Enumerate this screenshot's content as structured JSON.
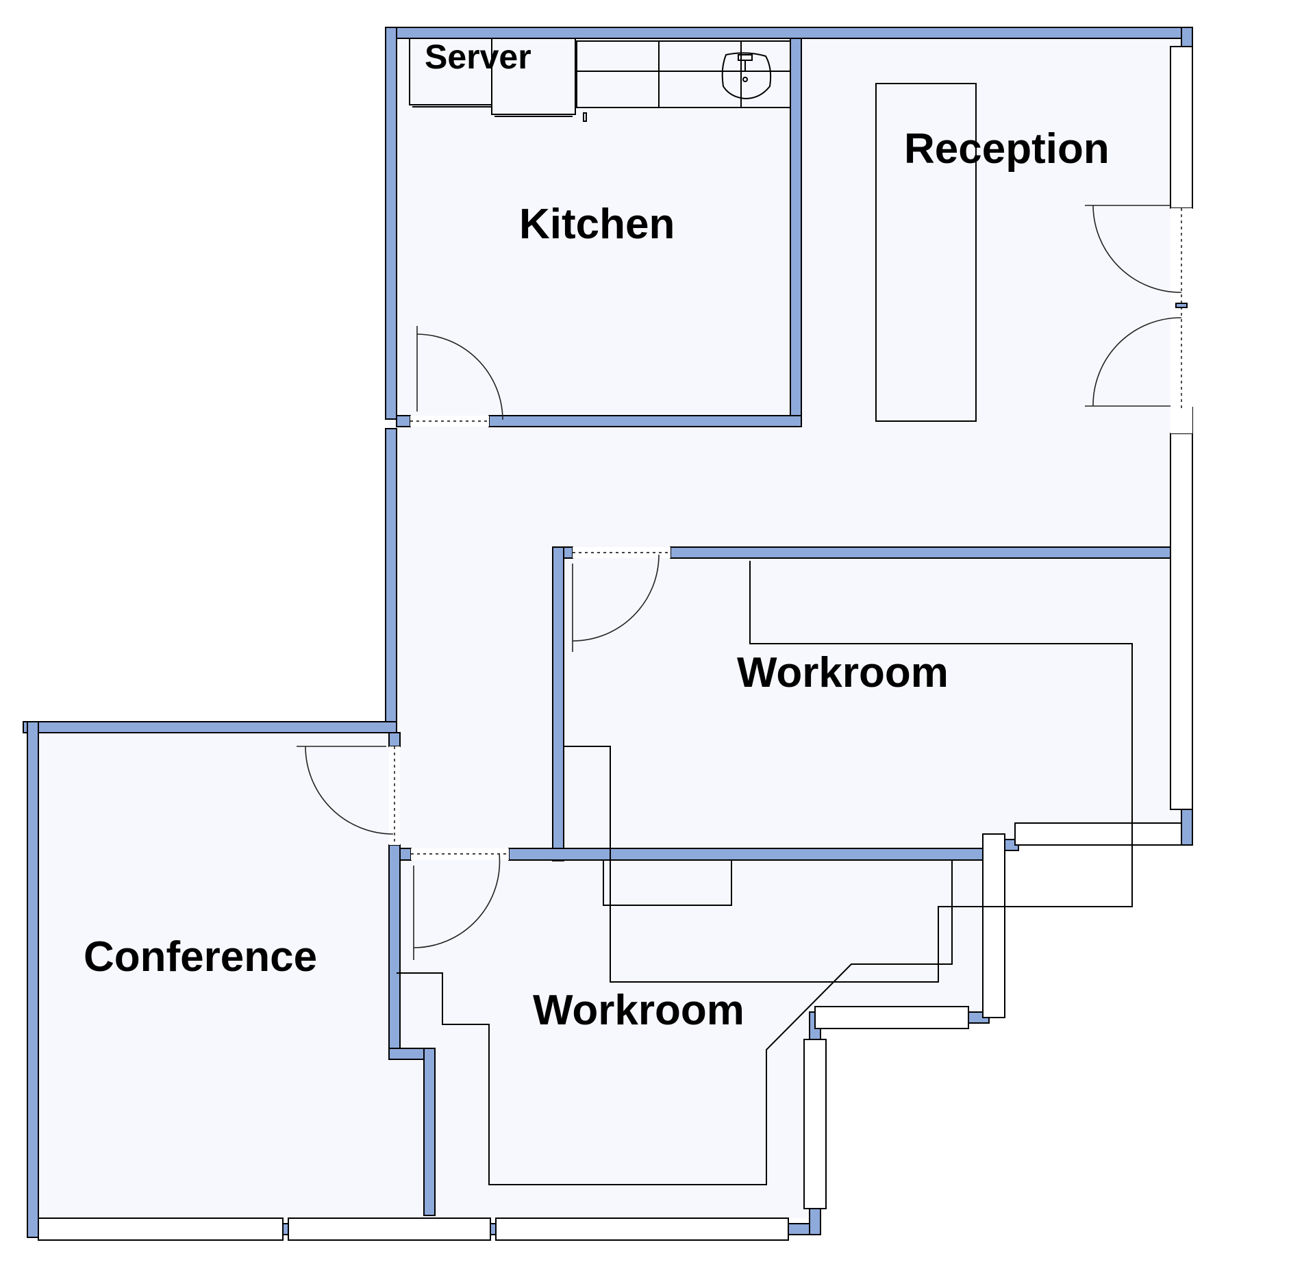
{
  "plan": {
    "colors": {
      "wall": "#8eaadb",
      "floor": "#f7f8fd",
      "window": "#ffffff",
      "line": "#000000"
    },
    "rooms": [
      {
        "id": "server",
        "label": "Server"
      },
      {
        "id": "kitchen",
        "label": "Kitchen"
      },
      {
        "id": "reception",
        "label": "Reception"
      },
      {
        "id": "workroom-upper",
        "label": "Workroom"
      },
      {
        "id": "conference",
        "label": "Conference"
      },
      {
        "id": "workroom-lower",
        "label": "Workroom"
      }
    ]
  }
}
